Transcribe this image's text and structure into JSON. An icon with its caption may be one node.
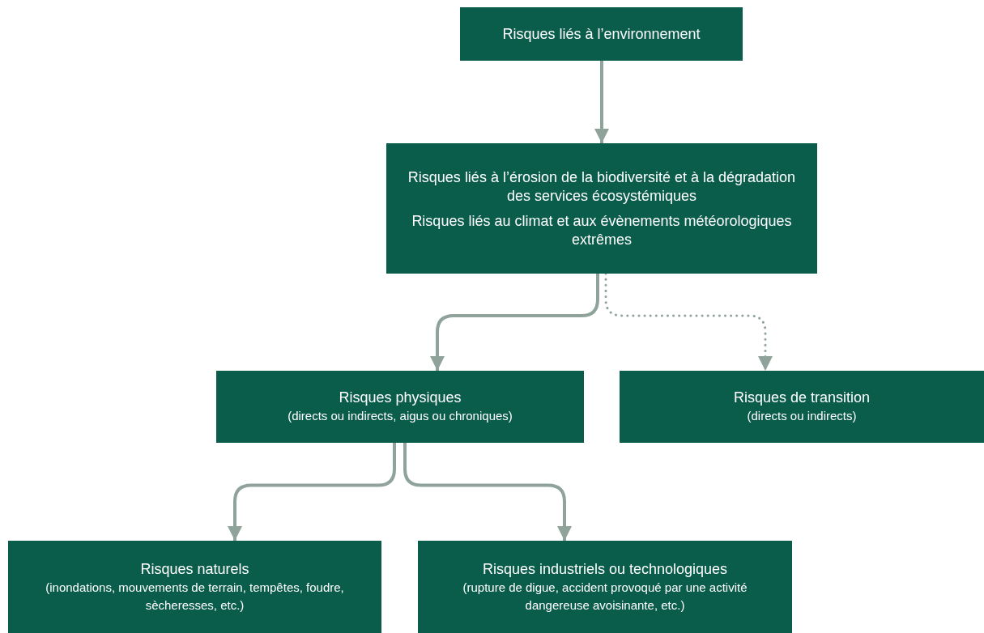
{
  "diagram": {
    "nodes": [
      {
        "text": [
          "Risques liés à l’environnement"
        ]
      },
      {
        "text": [
          "Risques liés à l’érosion de la biodiversité et à la dégradation des services écosystémiques",
          "Risques liés au climat et aux évènements météorologiques extrêmes"
        ]
      },
      {
        "text": [
          "Risques physiques",
          "(directs ou indirects, aigus ou chroniques)"
        ]
      },
      {
        "text": [
          "Risques de transition",
          "(directs ou indirects)"
        ]
      },
      {
        "text": [
          "Risques naturels",
          "(inondations, mouvements de terrain, tempêtes, foudre, sècheresses, etc.)"
        ]
      },
      {
        "text": [
          "Risques industriels ou technologiques",
          "(rupture de digue, accident provoqué par une activité dangereuse avoisinante, etc.)"
        ]
      }
    ],
    "edges": [
      {
        "from": 0,
        "to": 1,
        "arrow": "to"
      },
      {
        "from": 1,
        "to": 2,
        "arrow": "to"
      },
      {
        "from": 1,
        "to": 3,
        "arrow": "to",
        "style": "dashed"
      },
      {
        "from": 2,
        "to": 4,
        "arrow": "to"
      },
      {
        "from": 2,
        "to": 5,
        "arrow": "to"
      }
    ]
  }
}
